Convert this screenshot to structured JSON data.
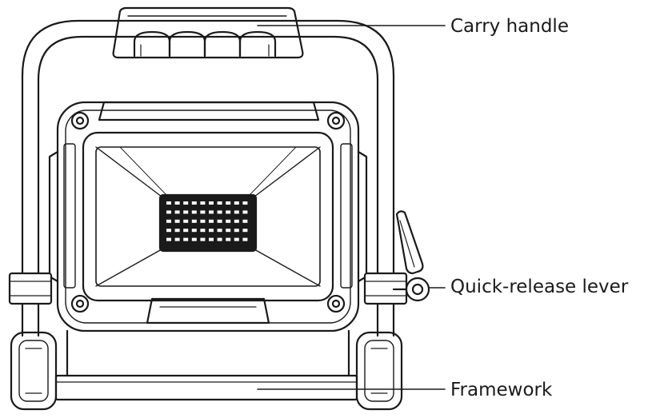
{
  "figure": {
    "callouts": [
      {
        "id": "carry-handle",
        "label": "Carry handle"
      },
      {
        "id": "quick-release-lever",
        "label": "Quick-release lever"
      },
      {
        "id": "framework",
        "label": "Framework"
      }
    ]
  },
  "colors": {
    "line": "#1a1a1a",
    "fill": "#ffffff",
    "shade": "#e8e8e8"
  }
}
